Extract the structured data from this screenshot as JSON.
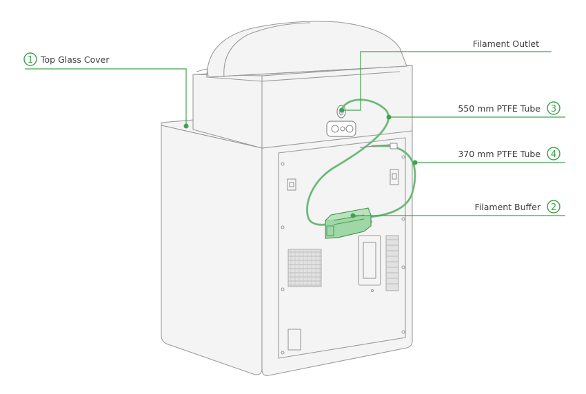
{
  "callouts": [
    {
      "num": "1",
      "label": "Top Glass Cover"
    },
    {
      "num": "",
      "label": "Filament Outlet"
    },
    {
      "num": "3",
      "label": "550 mm PTFE Tube"
    },
    {
      "num": "4",
      "label": "370 mm PTFE Tube"
    },
    {
      "num": "2",
      "label": "Filament Buffer"
    }
  ],
  "colors": {
    "accent": "#3fa34d",
    "tube": "#7fc48a",
    "buffer": "#9fd7a6",
    "outline": "#9a9a9a"
  }
}
